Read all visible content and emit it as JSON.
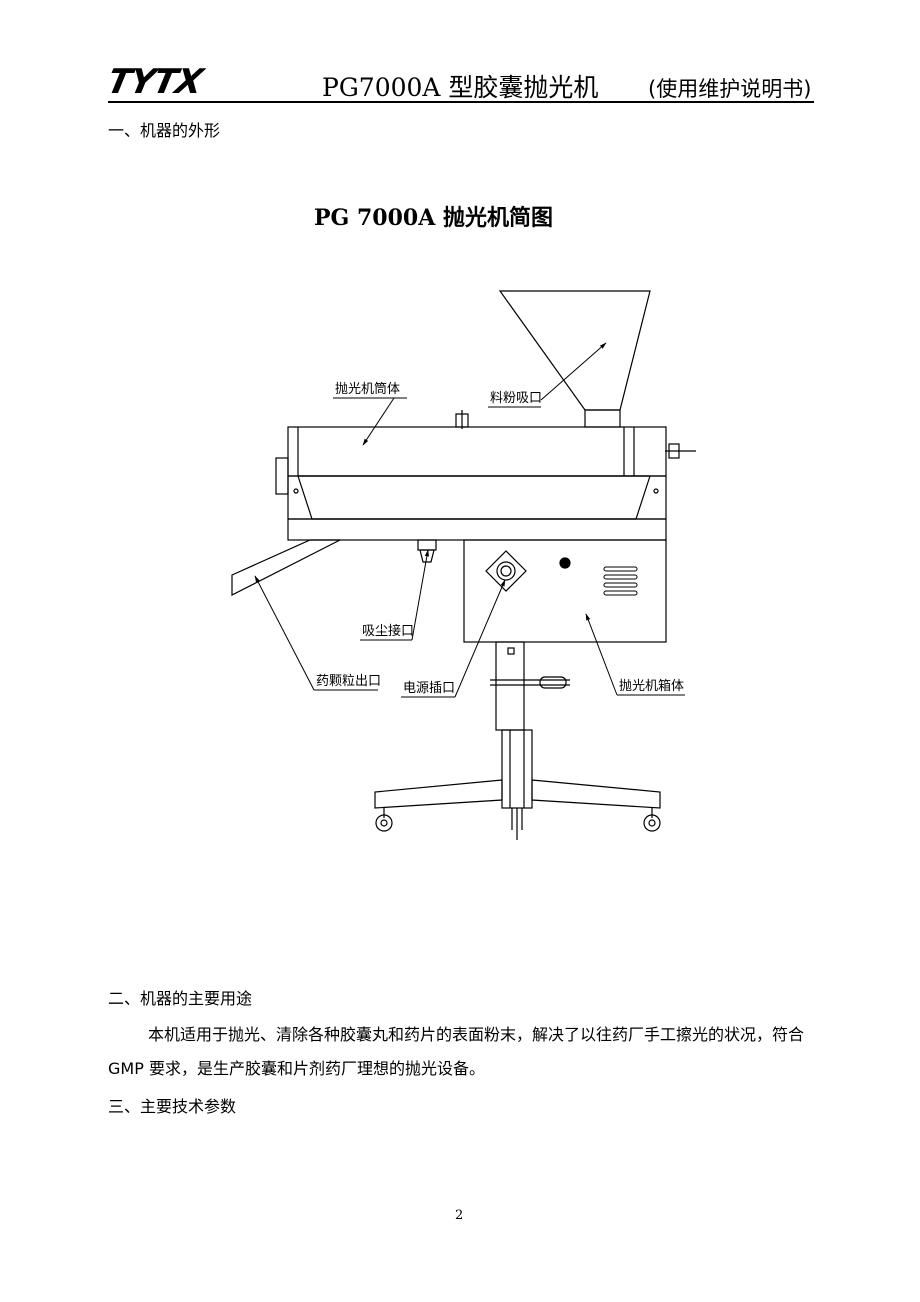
{
  "header": {
    "logo": "TYTX",
    "title": "PG7000A 型胶囊抛光机",
    "subtitle": "(使用维护说明书)"
  },
  "section1": {
    "heading": "一、机器的外形"
  },
  "figure": {
    "title": "PG 7000A 抛光机简图",
    "labels": {
      "drum": "抛光机筒体",
      "feed_inlet": "料粉吸口",
      "dust_port": "吸尘接口",
      "granule_outlet": "药颗粒出口",
      "power_socket": "电源插口",
      "cabinet": "抛光机箱体"
    }
  },
  "section2": {
    "heading": "二、机器的主要用途",
    "body": "本机适用于抛光、清除各种胶囊丸和药片的表面粉末，解决了以往药厂手工擦光的状况，符合 GMP 要求，是生产胶囊和片剂药厂理想的抛光设备。"
  },
  "section3": {
    "heading": "三、主要技术参数"
  },
  "page_number": "2"
}
